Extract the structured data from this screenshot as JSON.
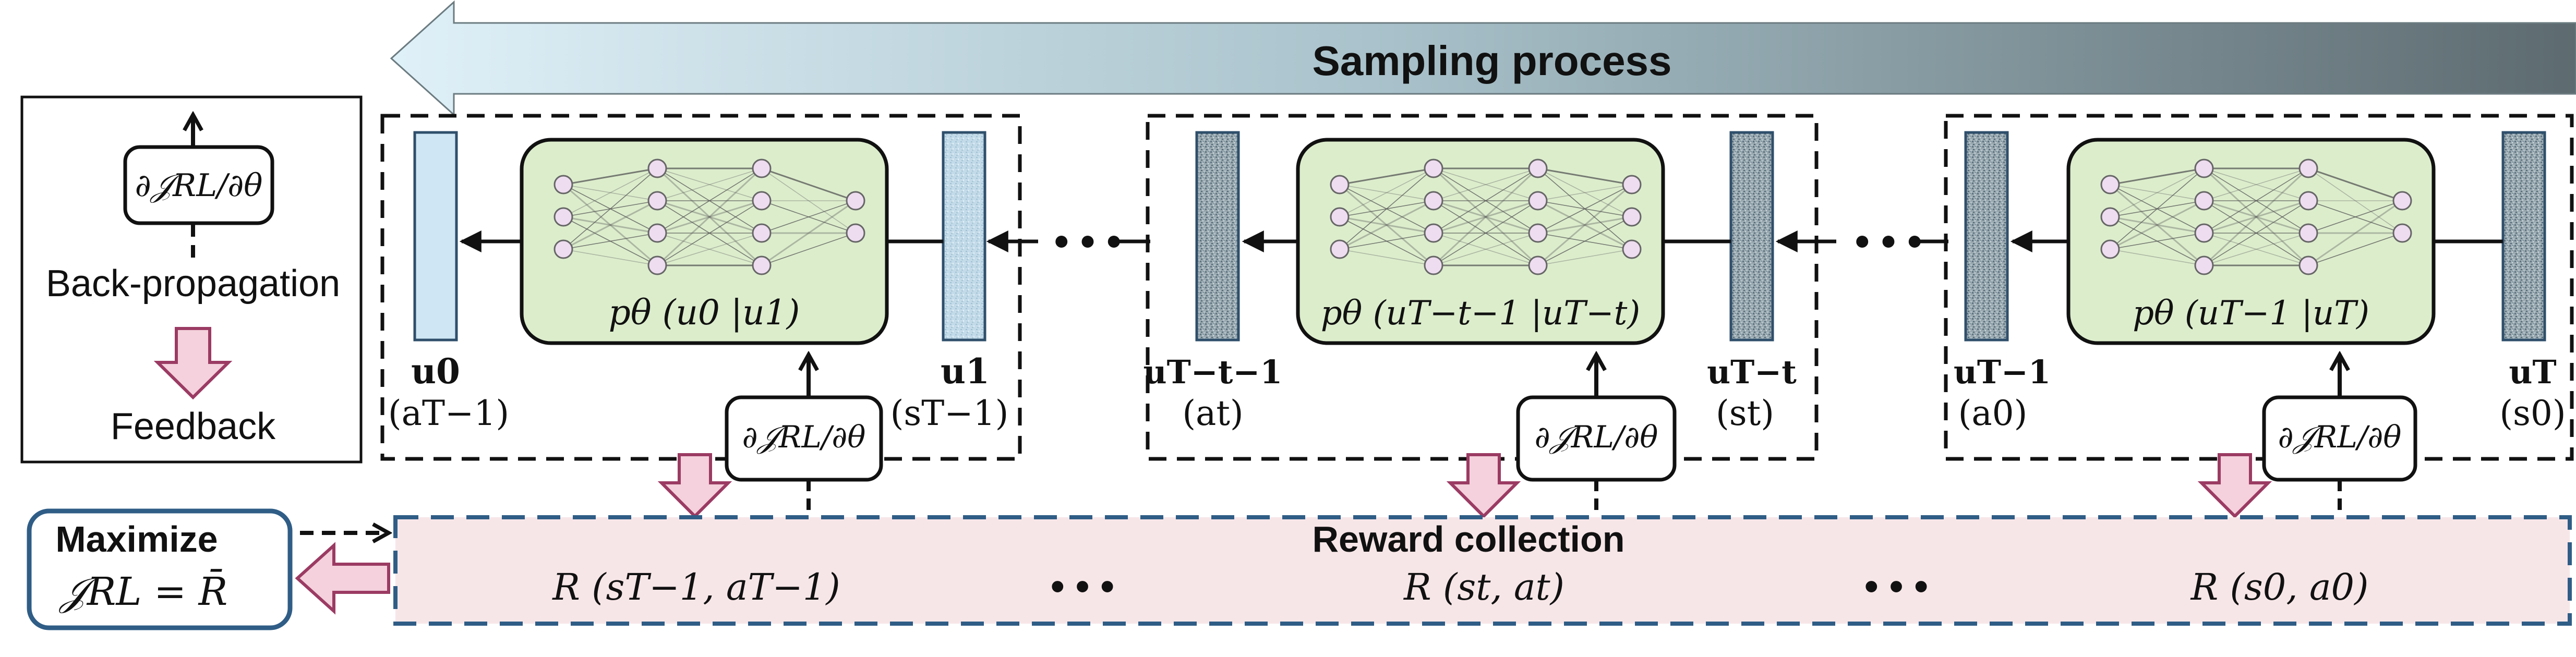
{
  "colors": {
    "arrow_start": "#dff0f8",
    "arrow_end": "#5d6b70",
    "net_box_fill": "#dcedcc",
    "node_fill": "#eedcf0",
    "clean_bar": "#cfe6f4",
    "noise_bar": "#8a9aa3",
    "reward_fill": "#f7e6e8",
    "blue_dash": "#2f5d86",
    "feedback_arrow": "#9b3b63",
    "feedback_fill": "#f4d1dc"
  },
  "sampling": {
    "label": "Sampling process"
  },
  "legend": {
    "gradient": "∂𝒥RL/∂θ",
    "backprop_label": "Back-propagation",
    "feedback_label": "Feedback"
  },
  "blocks": [
    {
      "net_label": "pθ (u0 |u1)",
      "out_label": "u0",
      "out_sub": "(aT−1)",
      "in_label": "u1",
      "in_sub": "(sT−1)",
      "gradient": "∂𝒥RL/∂θ"
    },
    {
      "net_label": "pθ (uT−t−1 |uT−t)",
      "out_label": "uT−t−1",
      "out_sub": "(at)",
      "in_label": "uT−t",
      "in_sub": "(st)",
      "gradient": "∂𝒥RL/∂θ"
    },
    {
      "net_label": "pθ (uT−1 |uT)",
      "out_label": "uT−1",
      "out_sub": "(a0)",
      "in_label": "uT",
      "in_sub": "(s0)",
      "gradient": "∂𝒥RL/∂θ"
    }
  ],
  "ellipsis": "• • •",
  "reward": {
    "title": "Reward collection",
    "items": [
      "R (sT−1, aT−1)",
      "R (st, at)",
      "R (s0, a0)"
    ],
    "ellipsis": "• • •"
  },
  "maximize": {
    "label": "Maximize",
    "formula": "𝒥RL = R̄"
  }
}
